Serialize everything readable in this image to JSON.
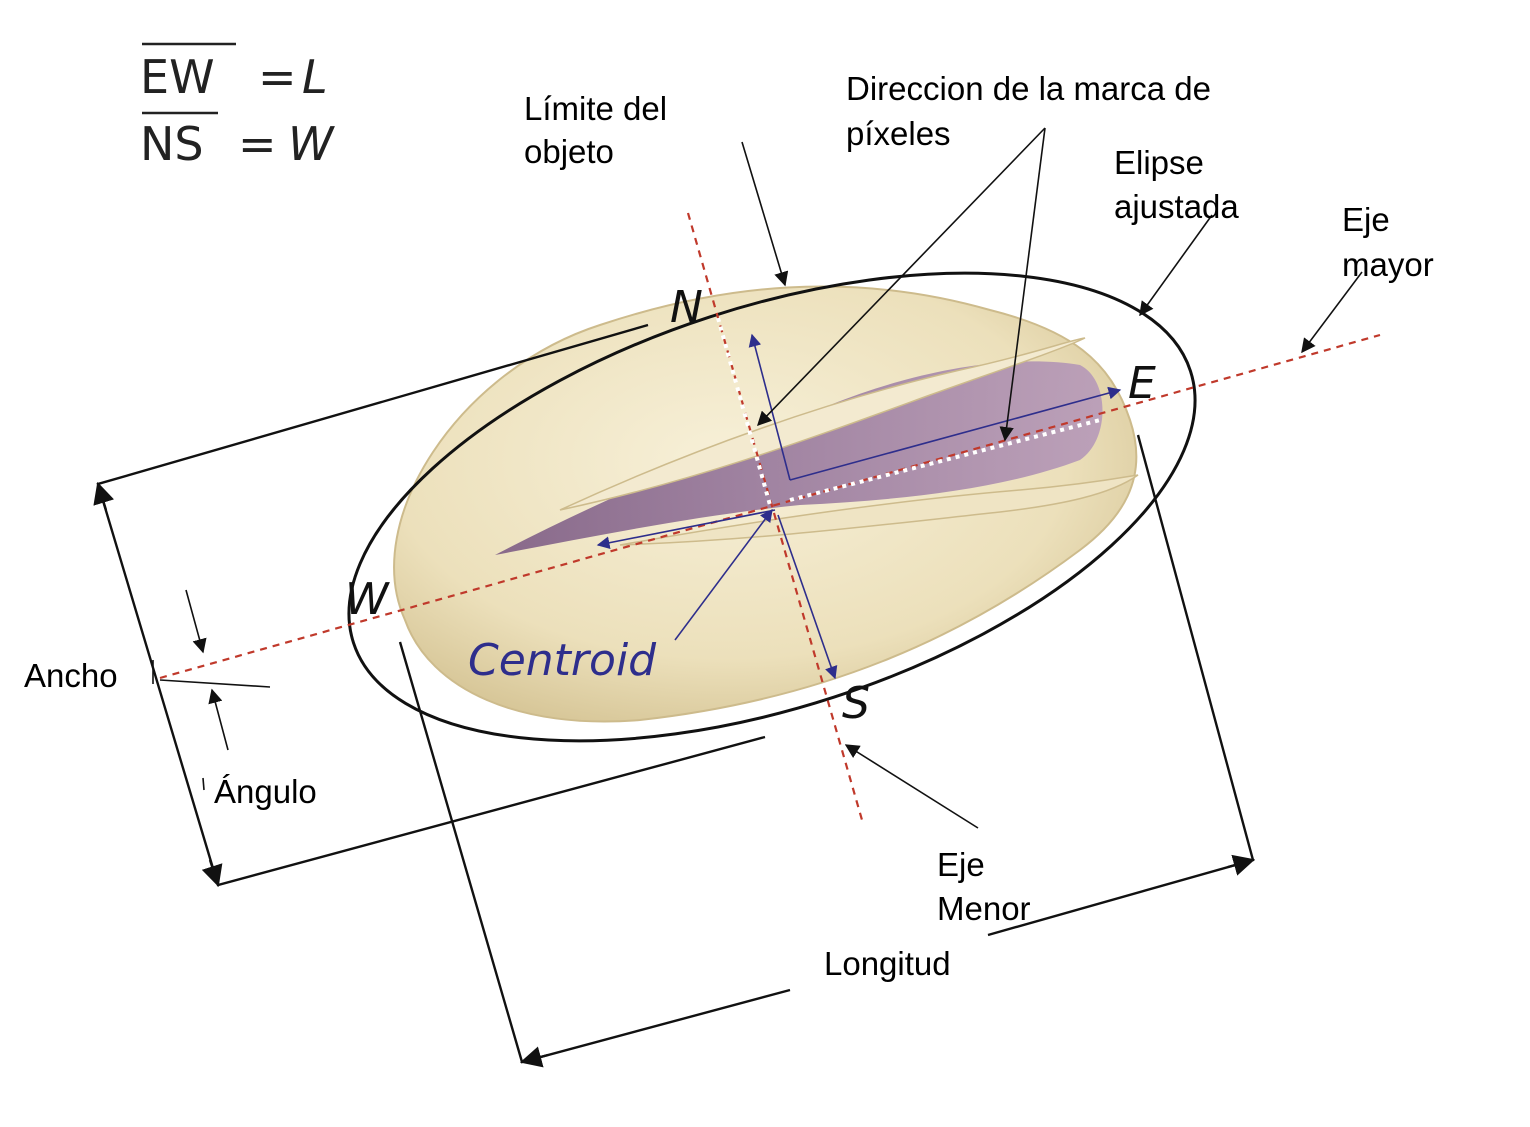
{
  "formula": {
    "line1_lhs": "EW",
    "line1_rhs": "L",
    "line2_lhs": "NS",
    "line2_rhs": "W",
    "equals": "="
  },
  "labels": {
    "object_boundary": [
      "Límite del",
      "objeto"
    ],
    "pixel_mark_direction": [
      "Direccion de la marca de",
      "píxeles"
    ],
    "fitted_ellipse": [
      "Elipse",
      "ajustada"
    ],
    "major_axis": [
      "Eje",
      "mayor"
    ],
    "minor_axis": [
      "Eje",
      "Menor"
    ],
    "width": "Ancho",
    "angle": "Ángulo",
    "length": "Longitud",
    "centroid": "Centroid"
  },
  "poles": {
    "north": "N",
    "south": "S",
    "east": "E",
    "west": "W"
  },
  "colors": {
    "axis_dashed": "#c0392b",
    "centroid_blue": "#2e2e8c",
    "shell": "#efe6c7",
    "shell_shadow": "#d8caa0",
    "kernel": "#9b7a9e",
    "outline": "#111111"
  }
}
